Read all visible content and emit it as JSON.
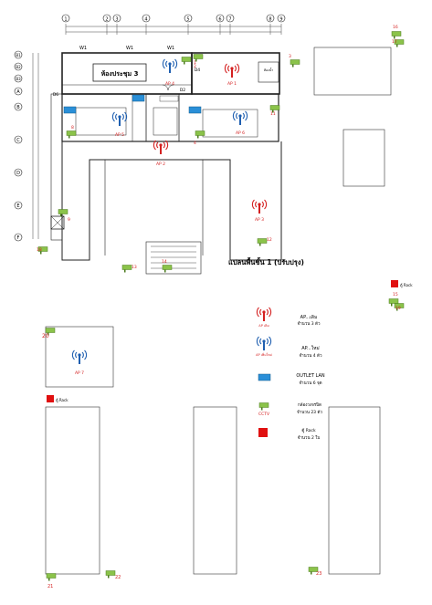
{
  "grid_columns": [
    "1",
    "2",
    "3",
    "4",
    "5",
    "6",
    "7",
    "8",
    "9"
  ],
  "grid_rows": [
    "B1",
    "B2",
    "B3",
    "A",
    "B",
    "C",
    "D",
    "E",
    "F"
  ],
  "room_labels": {
    "meeting": "ห้องประชุม 3",
    "w1": "W1",
    "w2": "W1",
    "w3": "W1",
    "d1": "D2",
    "d2": "D4",
    "d6": "D6",
    "toilet": "ห้องน้ำ"
  },
  "plan_title": "แปลนพื้นชั้น 1 (ปรับปรุง)",
  "ap_labels": {
    "ap1": "AP 1",
    "ap2": "AP 2",
    "ap3": "AP 3",
    "ap4": "AP 4",
    "ap5": "AP 5",
    "ap6": "AP 6",
    "ap7": "AP 7"
  },
  "cctv_numbers": [
    "1",
    "2",
    "3",
    "4",
    "8",
    "9",
    "11",
    "12",
    "13",
    "14",
    "15",
    "16",
    "17",
    "18",
    "19",
    "20",
    "21",
    "22",
    "23"
  ],
  "legend": {
    "ap_red_label": "AP เดิม",
    "ap_red_title": "AP...เดิม",
    "ap_red_count": "จำนวน 3 ตัว",
    "ap_blue_label": "AP เพิ่มใหม่",
    "ap_blue_title": "AP...ใหม่",
    "ap_blue_count": "จำนวน 4 ตัว",
    "outlet_title": "OUTLET LAN",
    "outlet_count": "จำนวน 6 จุด",
    "cctv_label": "CCTV",
    "cctv_title": "กล้องวงจรปิด",
    "cctv_count": "จำนวน 23 ตัว",
    "cabinet_title": "ตู้ Rack",
    "cabinet_count": "จำนวน 2 ใบ"
  },
  "cabinet_labels": [
    "ตู้ Rack",
    "ตู้ Rack"
  ],
  "colors": {
    "ap_red": "#d42020",
    "ap_blue": "#1f5fb0",
    "outlet": "#2a8fd8",
    "cctv": "#8bc34a",
    "cabinet": "#e01010",
    "line": "#222222"
  }
}
